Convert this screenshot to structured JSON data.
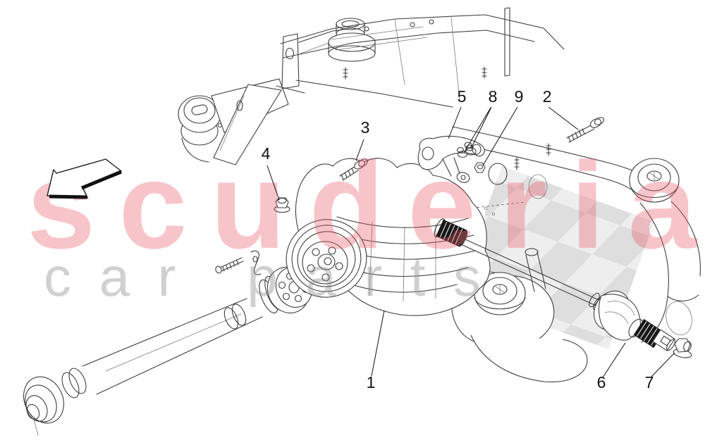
{
  "page": {
    "background": "#ffffff"
  },
  "brand_watermark": {
    "primary_text": "scuderia",
    "secondary_text": "car parts",
    "primary_color": "#e85863",
    "secondary_color": "#8c8c8c"
  },
  "flag_watermark": {
    "dark_cell": "#c9c9c9",
    "light_cell": "#e3e3e3"
  },
  "icons": {
    "direction_arrow": "front-direction-arrow-left"
  },
  "diagram": {
    "line_color": "#3e3e3e",
    "callouts": [
      {
        "label": "1"
      },
      {
        "label": "2"
      },
      {
        "label": "3"
      },
      {
        "label": "4"
      },
      {
        "label": "5"
      },
      {
        "label": "6"
      },
      {
        "label": "7"
      },
      {
        "label": "8"
      },
      {
        "label": "9"
      }
    ]
  }
}
